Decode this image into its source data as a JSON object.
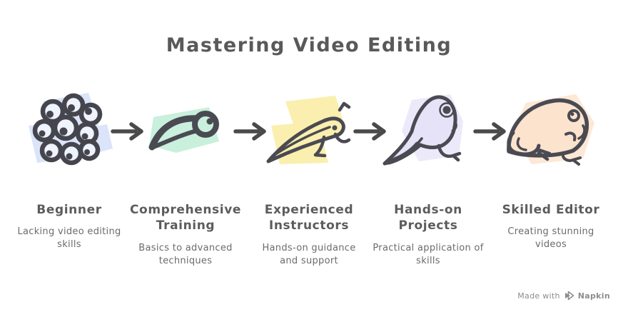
{
  "title": "Mastering Video Editing",
  "stages": [
    {
      "heading": "Beginner",
      "description": "Lacking video editing skills",
      "illustration": "frog-eggs",
      "accent_color": "#dbe4f8"
    },
    {
      "heading": "Comprehensive Training",
      "description": "Basics to advanced techniques",
      "illustration": "tadpole",
      "accent_color": "#c9f0dc"
    },
    {
      "heading": "Experienced Instructors",
      "description": "Hands-on guidance and support",
      "illustration": "tadpole-with-legs",
      "accent_color": "#faefae"
    },
    {
      "heading": "Hands-on Projects",
      "description": "Practical application of skills",
      "illustration": "froglet",
      "accent_color": "#e6e2f8"
    },
    {
      "heading": "Skilled Editor",
      "description": "Creating stunning videos",
      "illustration": "adult-frog",
      "accent_color": "#fbe3cd"
    }
  ],
  "arrows": {
    "count": 4,
    "color": "#4a4a4a"
  },
  "credit": {
    "made_with": "Made with",
    "brand": "Napkin"
  },
  "colors": {
    "title_text": "#595959",
    "heading_text": "#5c5c5c",
    "description_text": "#6b6b6b",
    "outline": "#46464e",
    "credit_text": "#8d8d8d"
  }
}
